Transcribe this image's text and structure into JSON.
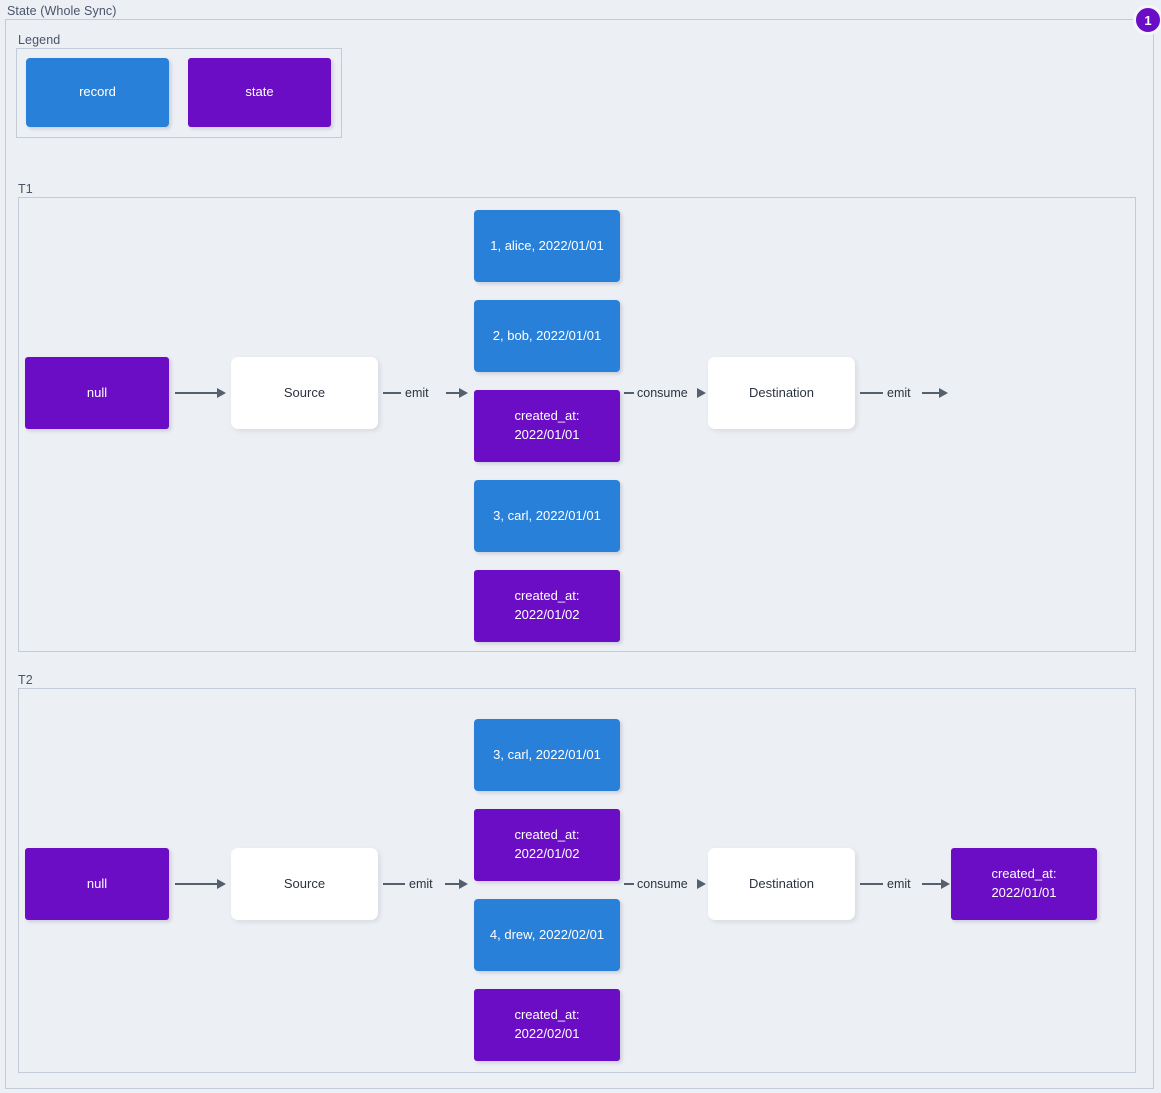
{
  "diagram": {
    "title": "State (Whole Sync)",
    "badge": "1",
    "colors": {
      "record": "#2980d9",
      "state": "#6a0dc4",
      "plain": "#ffffff",
      "background": "#eceff4",
      "border": "#c3ccd6",
      "edge": "#55606e"
    }
  },
  "legend": {
    "label": "Legend",
    "items": [
      {
        "label": "record",
        "kind": "record"
      },
      {
        "label": "state",
        "kind": "state"
      }
    ]
  },
  "subgraphs": [
    {
      "label": "T1",
      "nodes": [
        {
          "label": "null",
          "kind": "state"
        },
        {
          "label": "Source",
          "kind": "plain"
        },
        {
          "label": "1, alice, 2022/01/01",
          "kind": "record"
        },
        {
          "label": "2, bob, 2022/01/01",
          "kind": "record"
        },
        {
          "label": "created_at:\n2022/01/01",
          "kind": "state"
        },
        {
          "label": "3, carl, 2022/01/01",
          "kind": "record"
        },
        {
          "label": "created_at:\n2022/01/02",
          "kind": "state"
        },
        {
          "label": "Destination",
          "kind": "plain"
        }
      ],
      "edges": [
        {
          "label": ""
        },
        {
          "label": "emit"
        },
        {
          "label": "consume"
        },
        {
          "label": "emit"
        }
      ]
    },
    {
      "label": "T2",
      "nodes": [
        {
          "label": "null",
          "kind": "state"
        },
        {
          "label": "Source",
          "kind": "plain"
        },
        {
          "label": "3, carl, 2022/01/01",
          "kind": "record"
        },
        {
          "label": "created_at:\n2022/01/02",
          "kind": "state"
        },
        {
          "label": "4, drew, 2022/02/01",
          "kind": "record"
        },
        {
          "label": "created_at:\n2022/02/01",
          "kind": "state"
        },
        {
          "label": "Destination",
          "kind": "plain"
        },
        {
          "label": "created_at:\n2022/01/01",
          "kind": "state"
        }
      ],
      "edges": [
        {
          "label": ""
        },
        {
          "label": "emit"
        },
        {
          "label": "consume"
        },
        {
          "label": "emit"
        }
      ]
    }
  ]
}
